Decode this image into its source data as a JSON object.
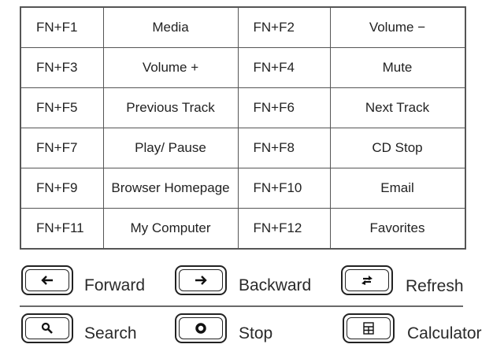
{
  "fn_table": {
    "rows": [
      {
        "key1": "FN+F1",
        "func1": "Media",
        "key2": "FN+F2",
        "func2": "Volume −"
      },
      {
        "key1": "FN+F3",
        "func1": "Volume +",
        "key2": "FN+F4",
        "func2": "Mute"
      },
      {
        "key1": "FN+F5",
        "func1": "Previous Track",
        "key2": "FN+F6",
        "func2": "Next Track"
      },
      {
        "key1": "FN+F7",
        "func1": "Play/ Pause",
        "key2": "FN+F8",
        "func2": "CD Stop"
      },
      {
        "key1": "FN+F9",
        "func1": "Browser Homepage",
        "key2": "FN+F10",
        "func2": "Email"
      },
      {
        "key1": "FN+F11",
        "func1": "My Computer",
        "key2": "FN+F12",
        "func2": "Favorites"
      }
    ]
  },
  "hotkeys": [
    {
      "icon": "arrow-left-icon",
      "label": "Forward"
    },
    {
      "icon": "arrow-right-icon",
      "label": "Backward"
    },
    {
      "icon": "refresh-icon",
      "label": "Refresh"
    },
    {
      "icon": "search-icon",
      "label": "Search"
    },
    {
      "icon": "stop-icon",
      "label": "Stop"
    },
    {
      "icon": "calculator-icon",
      "label": "Calculator"
    }
  ]
}
